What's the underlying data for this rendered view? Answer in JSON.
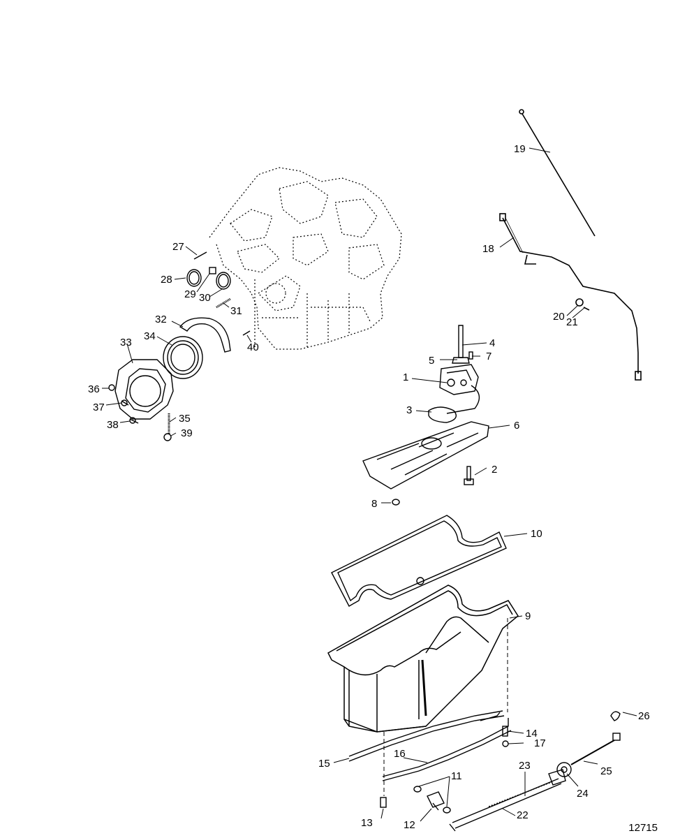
{
  "diagram": {
    "figure_number": "12715",
    "callouts": [
      "1",
      "2",
      "3",
      "4",
      "5",
      "6",
      "7",
      "8",
      "9",
      "10",
      "11",
      "12",
      "13",
      "14",
      "15",
      "16",
      "17",
      "18",
      "19",
      "20",
      "21",
      "22",
      "23",
      "24",
      "25",
      "26",
      "27",
      "28",
      "29",
      "30",
      "31",
      "32",
      "33",
      "34",
      "35",
      "36",
      "37",
      "38",
      "39",
      "40"
    ]
  }
}
